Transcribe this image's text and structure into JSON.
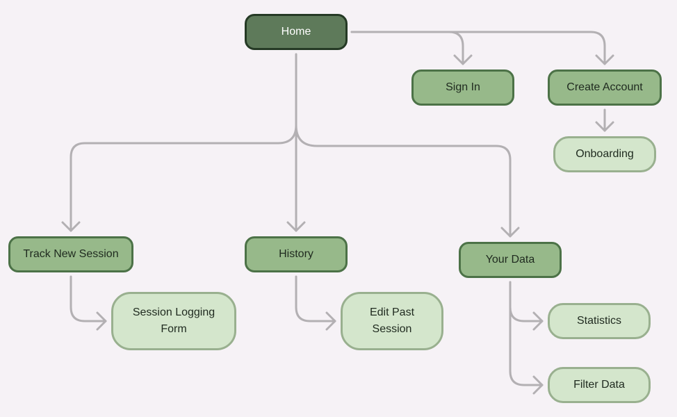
{
  "colors": {
    "background": "#f6f2f6",
    "connector": "#b3b0b3",
    "root_fill": "#5e7a5a",
    "main_fill": "#97b98a",
    "sub_fill": "#d4e6cc"
  },
  "nodes": {
    "home": "Home",
    "sign_in": "Sign In",
    "create_account": "Create Account",
    "onboarding": "Onboarding",
    "track_new_session": "Track New Session",
    "history": "History",
    "your_data": "Your Data",
    "session_logging_form": "Session Logging\nForm",
    "edit_past_session": "Edit Past\nSession",
    "statistics": "Statistics",
    "filter_data": "Filter Data"
  },
  "edges": [
    {
      "from": "home",
      "to": "sign_in"
    },
    {
      "from": "home",
      "to": "create_account"
    },
    {
      "from": "create_account",
      "to": "onboarding"
    },
    {
      "from": "home",
      "to": "track_new_session"
    },
    {
      "from": "home",
      "to": "history"
    },
    {
      "from": "home",
      "to": "your_data"
    },
    {
      "from": "track_new_session",
      "to": "session_logging_form"
    },
    {
      "from": "history",
      "to": "edit_past_session"
    },
    {
      "from": "your_data",
      "to": "statistics"
    },
    {
      "from": "your_data",
      "to": "filter_data"
    }
  ]
}
